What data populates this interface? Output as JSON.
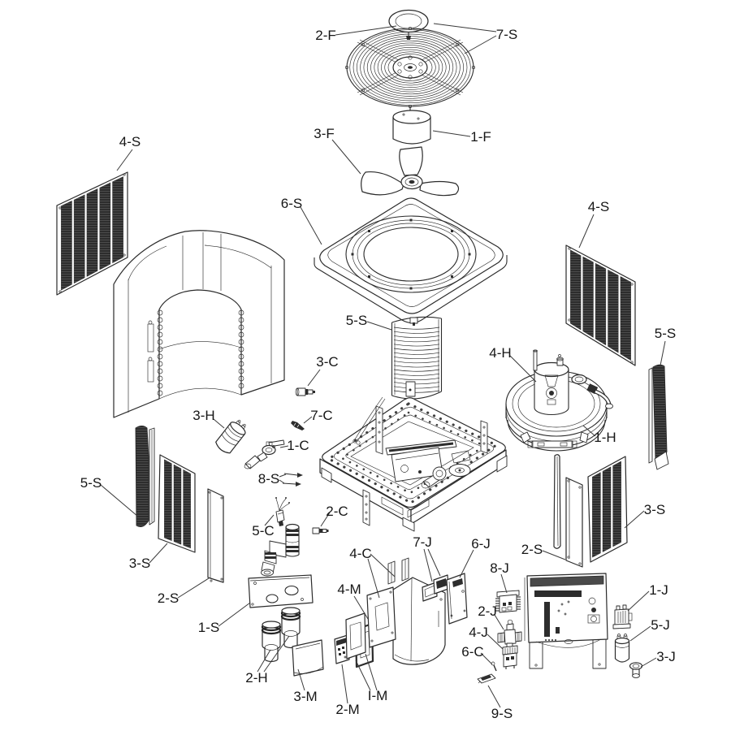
{
  "colors": {
    "line": "#2b2b2b",
    "dark_fill": "#2d2d2d",
    "label_text": "#161616",
    "background": "#ffffff"
  },
  "labels": [
    {
      "id": "2-F",
      "text": "2-F"
    },
    {
      "id": "7-S",
      "text": "7-S"
    },
    {
      "id": "1-F",
      "text": "1-F"
    },
    {
      "id": "3-F",
      "text": "3-F"
    },
    {
      "id": "6-S",
      "text": "6-S"
    },
    {
      "id": "4-S-left",
      "text": "4-S"
    },
    {
      "id": "4-S-right",
      "text": "4-S"
    },
    {
      "id": "5-S-top",
      "text": "5-S"
    },
    {
      "id": "4-H",
      "text": "4-H"
    },
    {
      "id": "1-H",
      "text": "1-H"
    },
    {
      "id": "5-S-right",
      "text": "5-S"
    },
    {
      "id": "3-C",
      "text": "3-C"
    },
    {
      "id": "3-H",
      "text": "3-H"
    },
    {
      "id": "7-C",
      "text": "7-C"
    },
    {
      "id": "1-C",
      "text": "1-C"
    },
    {
      "id": "8-S",
      "text": "8-S"
    },
    {
      "id": "5-C",
      "text": "5-C"
    },
    {
      "id": "2-C",
      "text": "2-C"
    },
    {
      "id": "5-S-left",
      "text": "5-S"
    },
    {
      "id": "3-S-left",
      "text": "3-S"
    },
    {
      "id": "2-S-left",
      "text": "2-S"
    },
    {
      "id": "1-S",
      "text": "1-S"
    },
    {
      "id": "2-H",
      "text": "2-H"
    },
    {
      "id": "3-M",
      "text": "3-M"
    },
    {
      "id": "2-M",
      "text": "2-M"
    },
    {
      "id": "I-M",
      "text": "I-M"
    },
    {
      "id": "4-M",
      "text": "4-M"
    },
    {
      "id": "4-C",
      "text": "4-C"
    },
    {
      "id": "7-J",
      "text": "7-J"
    },
    {
      "id": "6-J",
      "text": "6-J"
    },
    {
      "id": "8-J",
      "text": "8-J"
    },
    {
      "id": "2-J",
      "text": "2-J"
    },
    {
      "id": "4-J",
      "text": "4-J"
    },
    {
      "id": "6-C",
      "text": "6-C"
    },
    {
      "id": "9-S",
      "text": "9-S"
    },
    {
      "id": "1-J",
      "text": "1-J"
    },
    {
      "id": "5-J",
      "text": "5-J"
    },
    {
      "id": "3-J",
      "text": "3-J"
    },
    {
      "id": "2-S-right",
      "text": "2-S"
    },
    {
      "id": "3-S-right",
      "text": "3-S"
    }
  ]
}
